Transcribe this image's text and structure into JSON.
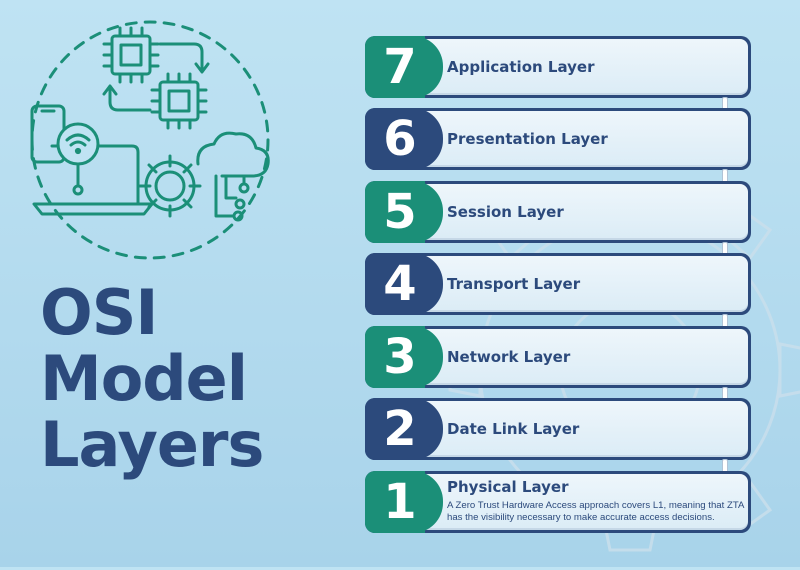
{
  "title": {
    "line1": "OSI",
    "line2": "Model",
    "line3": "Layers"
  },
  "colors": {
    "background": "#bfe3f3",
    "navy": "#2c4a7c",
    "teal": "#1b8f78",
    "box": "#e6f2f9"
  },
  "layers": [
    {
      "number": "7",
      "name": "Application Layer",
      "tab_color": "teal"
    },
    {
      "number": "6",
      "name": "Presentation Layer",
      "tab_color": "navy"
    },
    {
      "number": "5",
      "name": "Session Layer",
      "tab_color": "teal"
    },
    {
      "number": "4",
      "name": "Transport Layer",
      "tab_color": "navy"
    },
    {
      "number": "3",
      "name": "Network Layer",
      "tab_color": "teal"
    },
    {
      "number": "2",
      "name": "Date Link Layer",
      "tab_color": "navy"
    },
    {
      "number": "1",
      "name": "Physical Layer",
      "tab_color": "teal",
      "description": "A Zero Trust Hardware Access approach covers L1, meaning that ZTA has the visibility necessary to make accurate access decisions."
    }
  ],
  "icons": {
    "illustration": "tech-network-icon",
    "background": "gear-icon"
  }
}
